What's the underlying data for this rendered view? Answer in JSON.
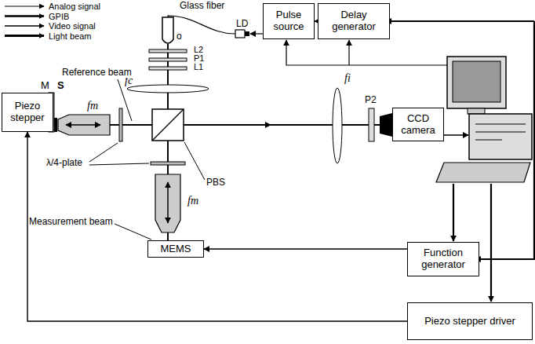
{
  "diagram": {
    "nodes": [
      {
        "text": [
          "Piezo stepper"
        ]
      },
      {
        "text": [
          "Pulse source"
        ]
      },
      {
        "text": [
          "Delay generator"
        ]
      },
      {
        "text": [
          "CCD camera"
        ]
      },
      {
        "text": [
          "MEMS"
        ]
      },
      {
        "text": [
          "Function generator"
        ]
      },
      {
        "text": [
          "Piezo stepper driver"
        ]
      }
    ],
    "edges": [
      {
        "from": 2,
        "to": 1,
        "arrow": "to"
      },
      {
        "from": 5,
        "to": 4,
        "arrow": "to"
      },
      {
        "from": 6,
        "to": 0,
        "arrow": "to"
      }
    ],
    "labels": [
      "Glass fiber",
      "LD",
      "o",
      "L2",
      "P1",
      "L1",
      "fc",
      "Reference beam",
      "M",
      "S",
      "fm",
      "fi",
      "P2",
      "λ/4-plate",
      "PBS",
      "Measurement beam",
      "fm"
    ],
    "legend": [
      {
        "text": "Analog signal"
      },
      {
        "text": "GPIB"
      },
      {
        "text": "Video signal"
      },
      {
        "text": "Light beam"
      }
    ]
  }
}
